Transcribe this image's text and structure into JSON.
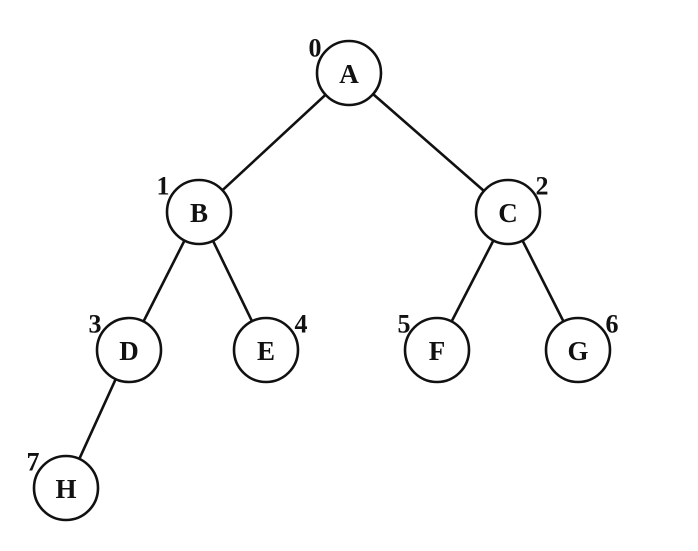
{
  "tree": {
    "nodes": [
      {
        "id": "A",
        "index": "0"
      },
      {
        "id": "B",
        "index": "1"
      },
      {
        "id": "C",
        "index": "2"
      },
      {
        "id": "D",
        "index": "3"
      },
      {
        "id": "E",
        "index": "4"
      },
      {
        "id": "F",
        "index": "5"
      },
      {
        "id": "G",
        "index": "6"
      },
      {
        "id": "H",
        "index": "7"
      }
    ],
    "edges": [
      [
        "A",
        "B"
      ],
      [
        "A",
        "C"
      ],
      [
        "B",
        "D"
      ],
      [
        "B",
        "E"
      ],
      [
        "C",
        "F"
      ],
      [
        "C",
        "G"
      ],
      [
        "D",
        "H"
      ]
    ],
    "colors": {
      "stroke": "#111111",
      "fill": "#ffffff",
      "text": "#111111"
    }
  }
}
